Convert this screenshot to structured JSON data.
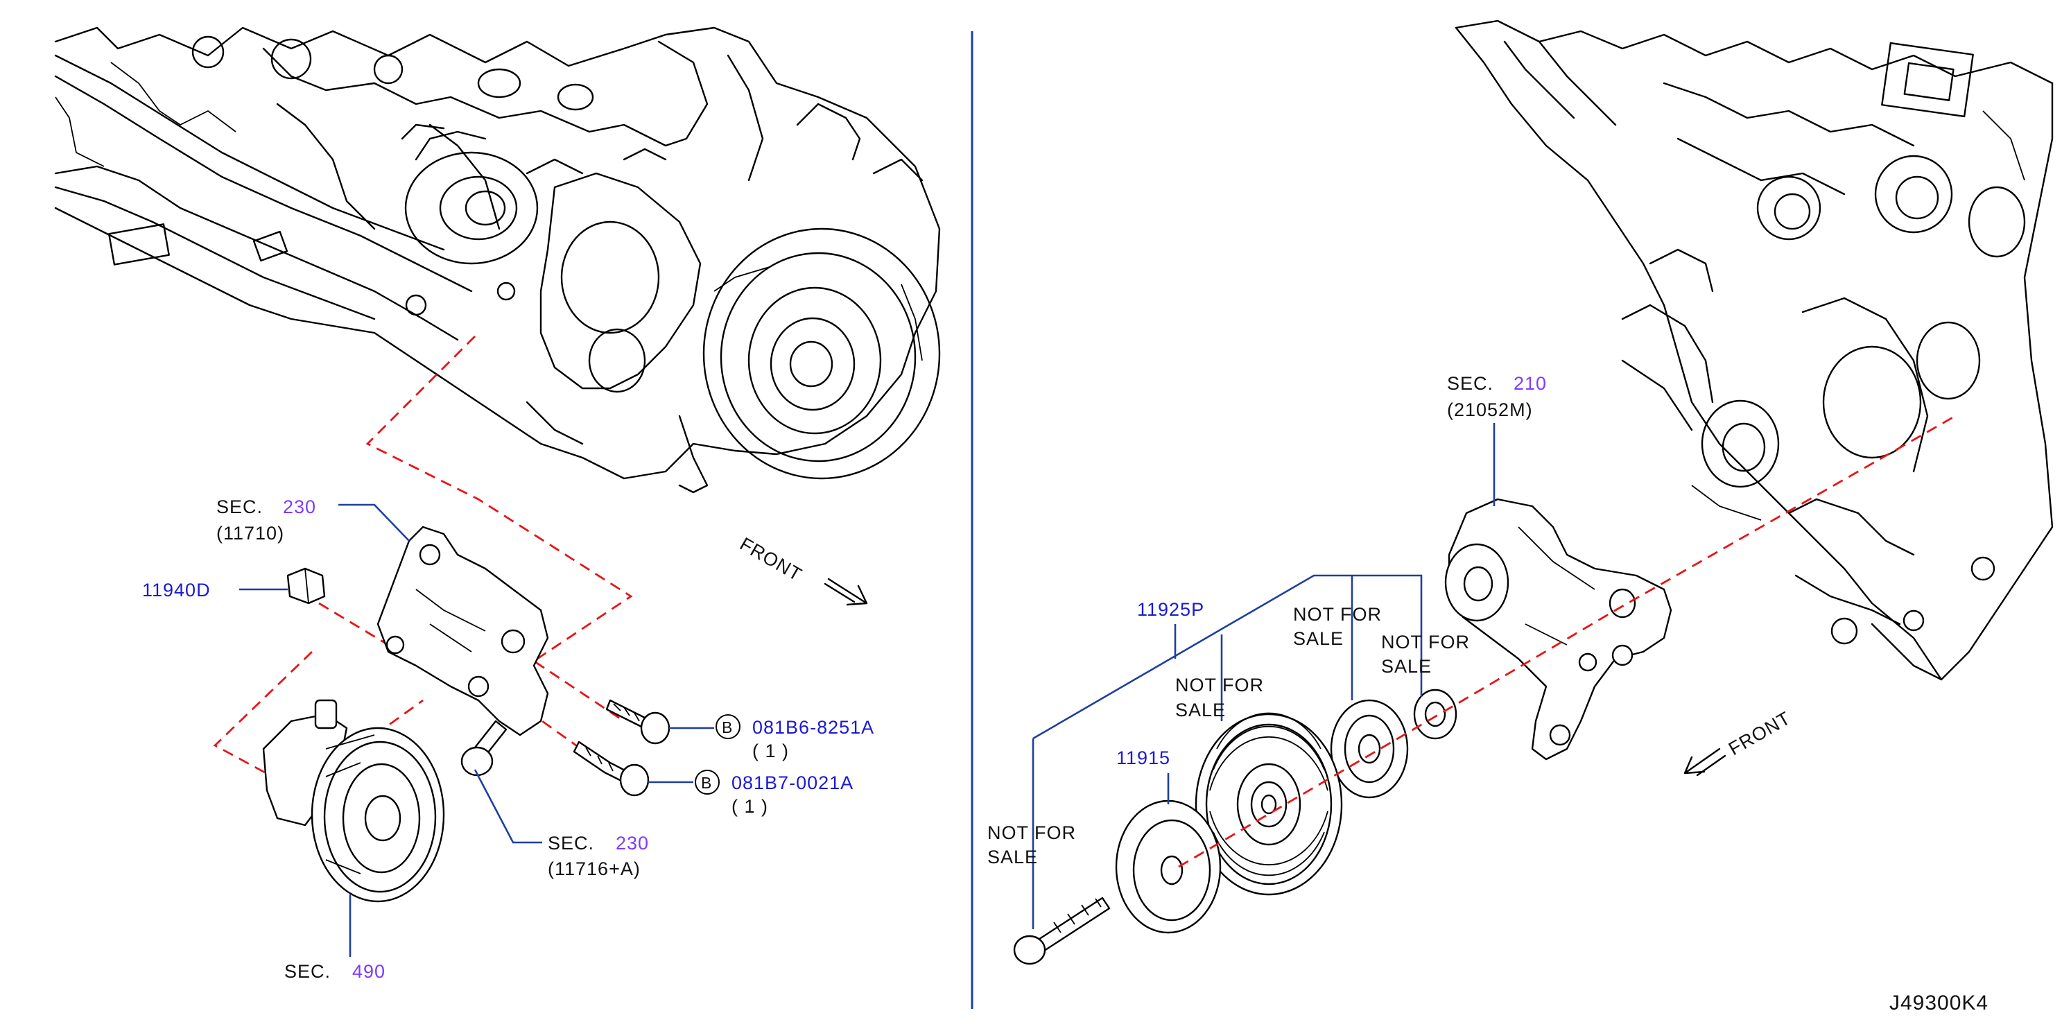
{
  "diagram_code": "J49300K4",
  "left_panel": {
    "front_label": "FRONT",
    "sec_bracket": {
      "prefix": "SEC.",
      "number": "230",
      "sub": "(11710)"
    },
    "part_11940D": "11940D",
    "bolt_1": {
      "badge": "B",
      "number": "081B6-8251A",
      "qty": "( 1 )"
    },
    "bolt_2": {
      "badge": "B",
      "number": "081B7-0021A",
      "qty": "( 1 )"
    },
    "sec_bolt": {
      "prefix": "SEC.",
      "number": "230",
      "sub": "(11716+A)"
    },
    "sec_pump": {
      "prefix": "SEC.",
      "number": "490"
    }
  },
  "right_panel": {
    "front_label": "FRONT",
    "sec_tensioner": {
      "prefix": "SEC.",
      "number": "210",
      "sub": "(21052M)"
    },
    "part_11925P": "11925P",
    "part_11915": "11915",
    "nfs_pulley": {
      "line1": "NOT  FOR",
      "line2": "SALE"
    },
    "nfs_washer": {
      "line1": "NOT  FOR",
      "line2": "SALE"
    },
    "nfs_spacer": {
      "line1": "NOT  FOR",
      "line2": "SALE"
    },
    "nfs_bolt": {
      "line1": "NOT  FOR",
      "line2": "SALE"
    }
  },
  "colors": {
    "part_number": "#1a1ad6",
    "section_ref": "#7d3cff",
    "leader_line": "#1f3f9e",
    "dashed_line": "#e81515",
    "divider": "#1f3f9e"
  }
}
